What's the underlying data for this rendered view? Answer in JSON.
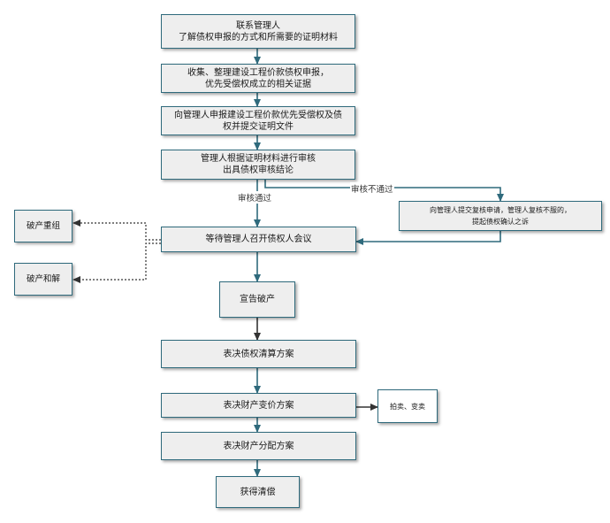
{
  "steps": {
    "contact": {
      "line1": "联系管理人",
      "line2": "了解债权申报的方式和所需要的证明材料"
    },
    "collect": {
      "line1": "收集、整理建设工程价款债权申报，",
      "line2": "优先受偿权成立的相关证据"
    },
    "declare": {
      "line1": "向管理人申报建设工程价款优先受偿权及债",
      "line2": "权并提交证明文件"
    },
    "review": {
      "line1": "管理人根据证明材料进行审核",
      "line2": "出具债权审核结论"
    },
    "objection": {
      "line1": "向管理人提交复核申请，管理人复核不服的，",
      "line2": "提起债权确认之诉"
    },
    "meeting": "等待管理人召开债权人会议",
    "bankrupt": "宣告破产",
    "liquidation": "表决债权清算方案",
    "realization": "表决财产变价方案",
    "auction": "拍卖、变卖",
    "distribution": "表决财产分配方案",
    "repaid": "获得清偿",
    "reorg": "破产重组",
    "settlement": "破产和解"
  },
  "labels": {
    "pass": "审核通过",
    "fail": "审核不通过"
  },
  "colors": {
    "box_fill": "#eeeeee",
    "box_border": "#2f6a7c",
    "arrow": "#2f6a7c",
    "dotted": "#333333"
  }
}
